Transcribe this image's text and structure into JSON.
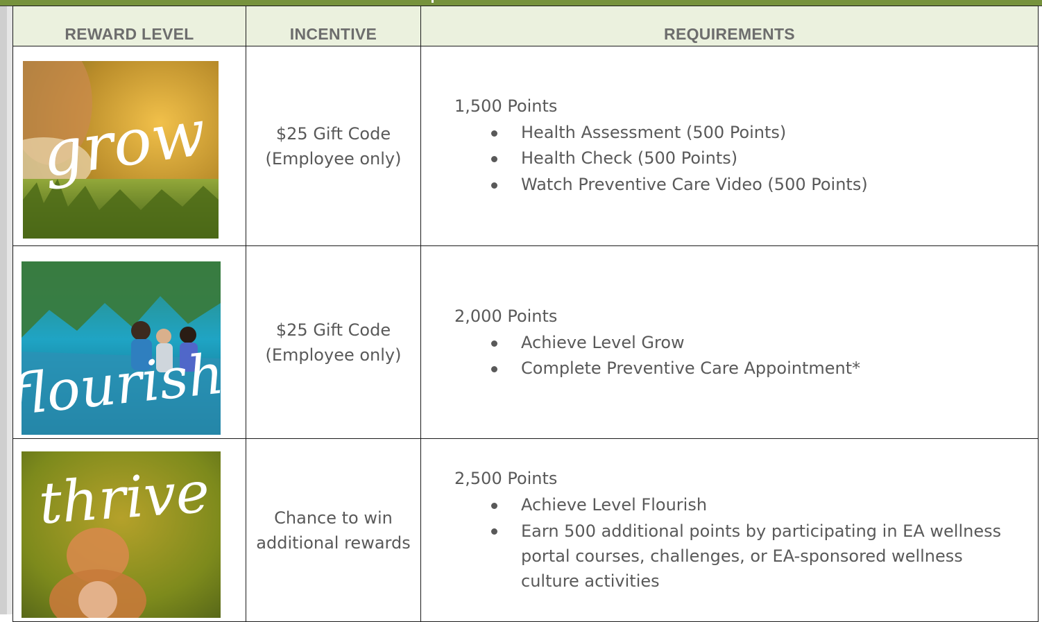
{
  "table": {
    "headers": [
      "REWARD LEVEL",
      "INCENTIVE",
      "REQUIREMENTS"
    ],
    "rows": [
      {
        "level_word": "grow",
        "incentive": [
          "$25 Gift Code",
          "(Employee only)"
        ],
        "points": "1,500 Points",
        "items": [
          [
            "Health Assessment (500 Points)"
          ],
          [
            "Health Check (500 Points)"
          ],
          [
            "Watch Preventive Care Video (500 Points)"
          ]
        ]
      },
      {
        "level_word": "flourish",
        "incentive": [
          "$25 Gift Code",
          "(Employee only)"
        ],
        "points": "2,000 Points",
        "items": [
          [
            "Achieve Level Grow"
          ],
          [
            "Complete Preventive Care Appointment*"
          ]
        ]
      },
      {
        "level_word": "thrive",
        "incentive": [
          "Chance to win",
          "additional rewards"
        ],
        "points": "2,500 Points",
        "items": [
          [
            "Achieve Level Flourish"
          ],
          [
            "Earn 500 additional points by participating in EA wellness",
            "portal courses, challenges, or EA-sponsored wellness",
            "culture activities"
          ]
        ]
      }
    ]
  },
  "colors": {
    "header_bg": "#ebf1de",
    "top_band": "#76923c",
    "text": "#595959"
  }
}
